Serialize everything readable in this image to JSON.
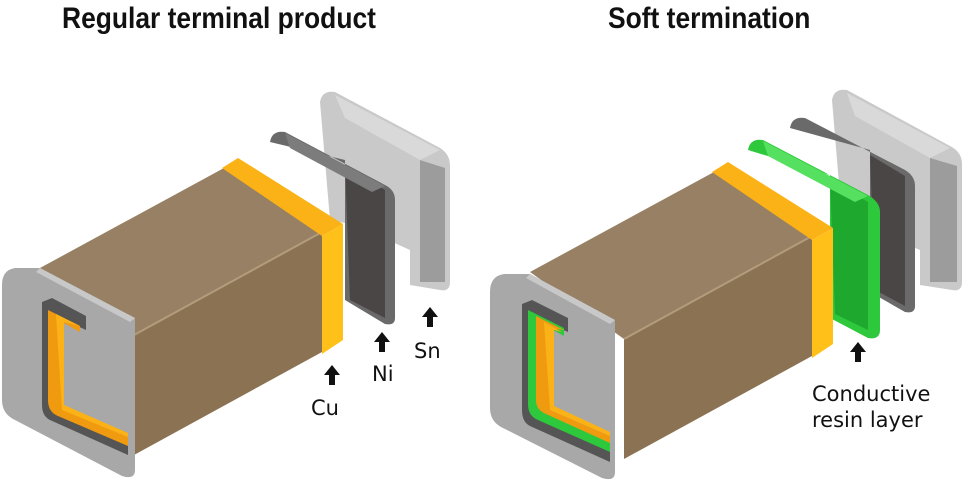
{
  "left": {
    "title": "Regular terminal product",
    "labels": {
      "cu": "Cu",
      "ni": "Ni",
      "sn": "Sn"
    }
  },
  "right": {
    "title": "Soft termination",
    "labels": {
      "resin_line1": "Conductive",
      "resin_line2": "resin layer"
    }
  },
  "colors": {
    "ceramic": "#8c7556",
    "copper": "#fbb216",
    "resin": "#2ec83c",
    "nickel": "#6b6b6b",
    "tin": "#b4b4b4"
  }
}
